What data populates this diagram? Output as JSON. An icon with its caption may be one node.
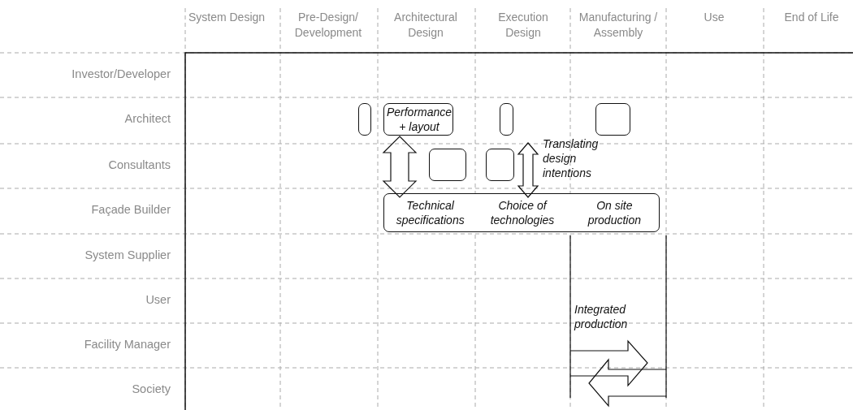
{
  "diagram": {
    "nodes": [
      {
        "text": [],
        "shape": "box"
      },
      {
        "text": [
          "Performance + layout"
        ]
      },
      {
        "text": [],
        "shape": "box"
      },
      {
        "text": [],
        "shape": "box"
      },
      {
        "text": [],
        "shape": "box"
      },
      {
        "text": [],
        "shape": "box"
      },
      {
        "text": [
          "Technical specifications",
          "Choice of technologies",
          "On site production"
        ]
      }
    ],
    "edges": [
      {
        "from": 1,
        "to": 6,
        "arrow": "both"
      },
      {
        "from": null,
        "to": 6,
        "arrow": "both",
        "label": "Translating design intentions"
      }
    ],
    "labels": [
      "System Design",
      "Pre-Design/ Development",
      "Architectural Design",
      "Execution Design",
      "Manufacturing / Assembly",
      "Use",
      "End of Life",
      "Investor/Developer",
      "Architect",
      "Consultants",
      "Façade Builder",
      "System Supplier",
      "User",
      "Facility Manager",
      "Society",
      "Integrated production"
    ]
  }
}
